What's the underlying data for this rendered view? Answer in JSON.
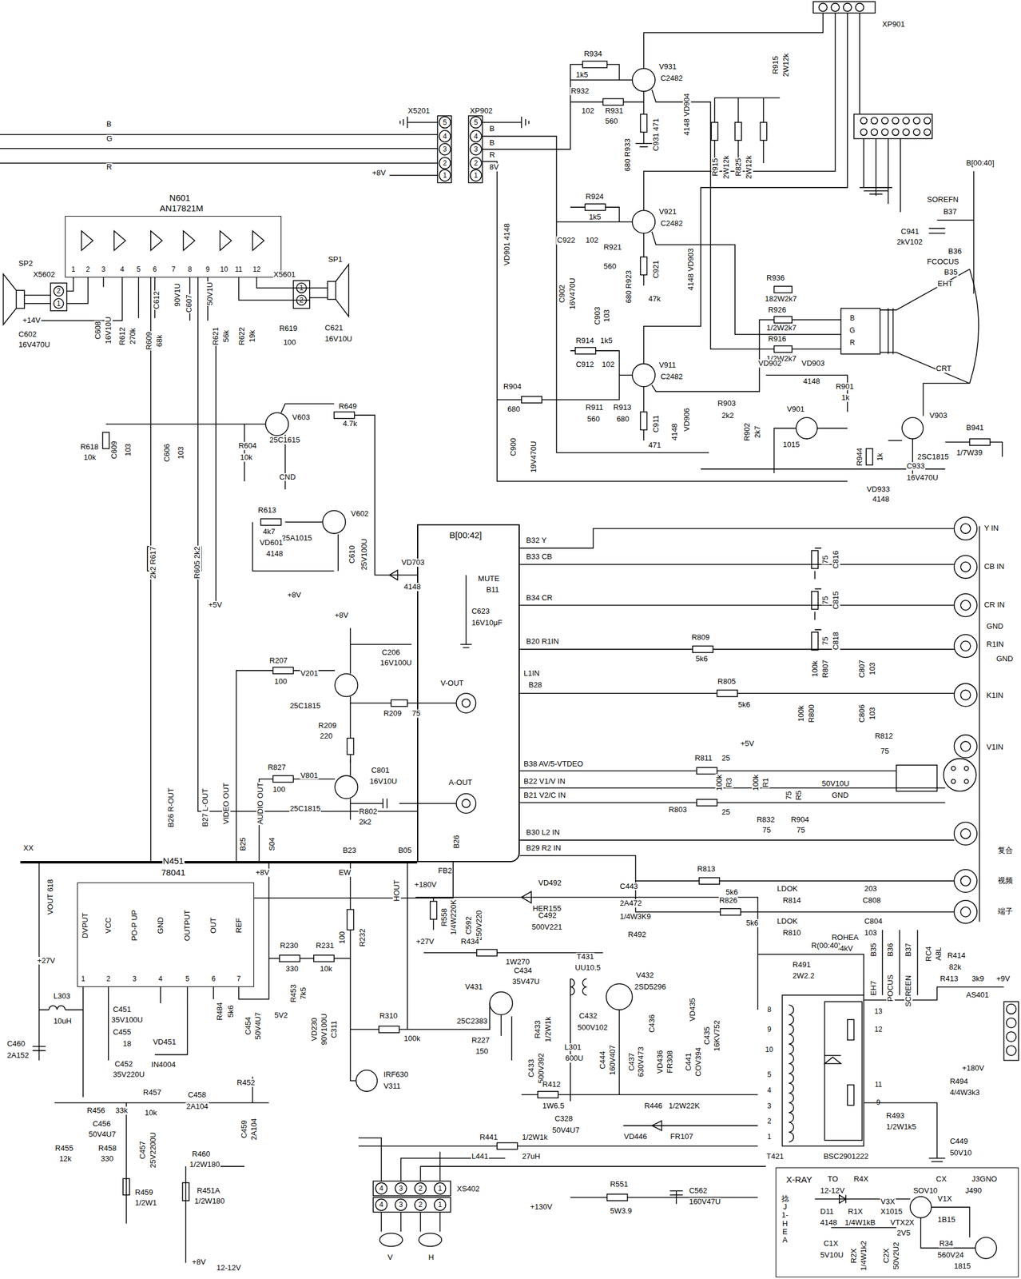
{
  "diagram": {
    "nodes": [
      {
        "text": [
          "N601",
          "AN17821M"
        ]
      },
      {
        "text": [
          "B[00:42]"
        ]
      },
      {
        "text": [
          "N451",
          "78041"
        ]
      },
      {
        "text": [
          "X-RAY"
        ]
      }
    ],
    "edges": [
      {
        "from": 0,
        "to": 1,
        "arrow": "none"
      },
      {
        "from": 2,
        "to": 1,
        "arrow": "none"
      }
    ],
    "labels": [
      "B",
      "G",
      "R",
      "X5201",
      "5",
      "4",
      "3",
      "2",
      "1",
      "+8V",
      "XP902",
      "5",
      "4",
      "3",
      "2",
      "1",
      "B",
      "B",
      "R",
      "8V",
      "SP2",
      "X5602",
      "2",
      "1",
      "SP1",
      "X5601",
      "1",
      "2",
      "1",
      "2",
      "3",
      "4",
      "5",
      "6",
      "7",
      "8",
      "9",
      "10",
      "11",
      "12",
      "+14V",
      "C602",
      "16V470U",
      "C608",
      "16V10U",
      "R612",
      "270k",
      "R609",
      "68k",
      "C612",
      "90V1U",
      "C607",
      "50V1U",
      "R621",
      "56k",
      "R622",
      "19k",
      "R619",
      "100",
      "C621",
      "16V10U",
      "R618",
      "10k",
      "C609",
      "103",
      "C606",
      "103",
      "R604",
      "10k",
      "V603",
      "25C1615",
      "CND",
      "R649",
      "4.7k",
      "R613",
      "4k7",
      "V602",
      "25A1015",
      "VD601",
      "4148",
      "+8V",
      "+5V",
      "C610",
      "25V100U",
      "2k2 R617",
      "R605 2k2",
      "VD703",
      "4148",
      "MUTE",
      "B11",
      "C623",
      "16V10μF",
      "B32 Y",
      "B33 CB",
      "B34 CR",
      "B20 R1IN",
      "L1IN",
      "B28",
      "B38 AV/5-VTDEO",
      "B22 V1/V IN",
      "B21 V2/C IN",
      "B30 L2 IN",
      "B29 R2 IN",
      "FB2",
      "B26 R-OUT",
      "B27 L-OUT",
      "VIDEO OUT",
      "B25",
      "AUDIO OUT",
      "S04",
      "B23",
      "B05",
      "B26",
      "+8V",
      "C206",
      "16V100U",
      "R207",
      "100",
      "R209",
      "75",
      "V-OUT",
      "V201",
      "25C1815",
      "R209",
      "220",
      "R827",
      "100",
      "C801",
      "16V10U",
      "A-OUT",
      "V801",
      "25C1815",
      "R802",
      "2k2",
      "Y IN",
      "CB IN",
      "CR IN",
      "GND",
      "R1IN",
      "GND",
      "K1IN",
      "V1IN",
      "复合",
      "视频",
      "端子",
      "75",
      "C816",
      "75",
      "C815",
      "75",
      "C818",
      "R809",
      "5k6",
      "100k",
      "R807",
      "C807",
      "103",
      "R805",
      "5k6",
      "100k",
      "R800",
      "C806",
      "103",
      "R812",
      "75",
      "+5V",
      "R811",
      "25",
      "100k",
      "R3",
      "100k",
      "R1",
      "75",
      "R5",
      "50V10U",
      "GND",
      "R803",
      "25",
      "R832",
      "75",
      "R904",
      "75",
      "R813",
      "5k6",
      "LDOK",
      "R814",
      "203",
      "C808",
      "R826",
      "5k6",
      "LDOK",
      "R810",
      "C804",
      "103",
      "R(00:40)",
      "XX",
      "XP901",
      "R934",
      "1k5",
      "V931",
      "C2482",
      "R932",
      "102",
      "R931",
      "560",
      "680 R933",
      "C931 471",
      "4148 VD904",
      "R915",
      "2W12k",
      "R825",
      "2W12k",
      "R915",
      "2W12k",
      "B[00:40]",
      "SOREFN",
      "B37",
      "C941",
      "2kV102",
      "B36",
      "FCOCUS",
      "B35",
      "EHT",
      "CRT",
      "R936",
      "182W2k7",
      "R926",
      "1/2W2k7",
      "R916",
      "1/2W2k7",
      "B",
      "G",
      "R",
      "R924",
      "1k5",
      "V921",
      "C2482",
      "C922",
      "102",
      "R921",
      "560",
      "680 R923",
      "C921",
      "47k",
      "4148 VD903",
      "VD901 4148",
      "C902",
      "16V470U",
      "C903",
      "103",
      "R914",
      "1k5",
      "C912",
      "102",
      "V911",
      "C2482",
      "R904",
      "680",
      "R911",
      "560",
      "R913",
      "680",
      "C911",
      "471",
      "4148",
      "VD906",
      "C900",
      "19V470U",
      "VD902",
      "VD903",
      "4148",
      "R901",
      "1k",
      "R903",
      "2k2",
      "R902",
      "2k7",
      "V901",
      "1015",
      "V903",
      "2SC1815",
      "R944",
      "1k",
      "C933",
      "16V470U",
      "VD933",
      "4148",
      "B941",
      "1/7W39",
      "1",
      "2",
      "3",
      "4",
      "5",
      "6",
      "7",
      "DVPUT",
      "VCC",
      "PO-P UP",
      "GND",
      "OUTPUT",
      "OUT",
      "REF",
      "VOUT 618",
      "+27V",
      "L303",
      "10uH",
      "C451",
      "35V100U",
      "C455",
      "18",
      "C460",
      "2A152",
      "C452",
      "35V220U",
      "VD451",
      "IN4004",
      "R484",
      "5k6",
      "C454",
      "50V4U7",
      "R453",
      "7k5",
      "5V2",
      "VD230",
      "90V100U",
      "C311",
      "R230",
      "330",
      "R231",
      "10k",
      "100",
      "R232",
      "+8V",
      "EW",
      "HOUT",
      "R456",
      "33k",
      "R457",
      "10k",
      "C458",
      "2A104",
      "R452",
      "C459",
      "2A104",
      "C456",
      "50V4U7",
      "R455",
      "12k",
      "R458",
      "330",
      "C457",
      "25V2200U",
      "R460",
      "1/2W180",
      "R459",
      "1/2W1",
      "R451A",
      "1/2W180",
      "+8V",
      "12-12V",
      "R310",
      "100k",
      "IRF630",
      "V311",
      "+180V",
      "R558",
      "1/4W220K",
      "C592",
      "250V220",
      "VD492",
      "HER155",
      "C443",
      "2A472",
      "C492",
      "500V221",
      "R434",
      "1W270",
      "+27V",
      "1/4W3K9",
      "R492",
      "T431",
      "UU10.5",
      "V432",
      "2SD5296",
      "C434",
      "35V47U",
      "V431",
      "25C2383",
      "R433",
      "1/2W1k",
      "C432",
      "500V102",
      "R227",
      "150",
      "L301",
      "600U",
      "C433",
      "500V392",
      "C444",
      "160V407",
      "C437",
      "630V473",
      "VD436",
      "FR308",
      "C441",
      "COV394",
      "C435",
      "16KV752",
      "C436",
      "VD435",
      "R412",
      "1W6.5",
      "C328",
      "50V4U7",
      "R446",
      "1/2W22K",
      "VD446",
      "FR107",
      "R491",
      "2W2.2",
      "ROHEA",
      "4kV",
      "B35",
      "B36",
      "B37",
      "EH7",
      "POCUS",
      "SCREEN",
      "RC4",
      "A8L",
      "R414",
      "82k",
      "R413",
      "3k9",
      "+9V",
      "AS401",
      "+180V",
      "R494",
      "4/4W3k3",
      "R493",
      "1/2W1k5",
      "C449",
      "50V10",
      "8",
      "9",
      "10",
      "5",
      "4",
      "3",
      "2",
      "1",
      "13",
      "12",
      "11",
      "9",
      "T421",
      "BSC2901222",
      "R441",
      "1/2W1k",
      "L441",
      "27uH",
      "XS402",
      "4",
      "3",
      "2",
      "1",
      "4",
      "3",
      "2",
      "1",
      "V",
      "H",
      "+130V",
      "R551",
      "5W3.9",
      "C562",
      "160V47U",
      "TO",
      "12-12V",
      "R4X",
      "CX",
      "SOV10",
      "J3GNO",
      "J490",
      "V3X",
      "V1X",
      "D11",
      "R1X",
      "X1015",
      "1B15",
      "4148",
      "1/4W1kB",
      "VTX2X",
      "2V5",
      "C1X",
      "R34",
      "5V10U",
      "560V24",
      "R2X",
      "1/4W1k2",
      "C2X",
      "50V2U2",
      "1815",
      "捻J1-HEA"
    ]
  }
}
